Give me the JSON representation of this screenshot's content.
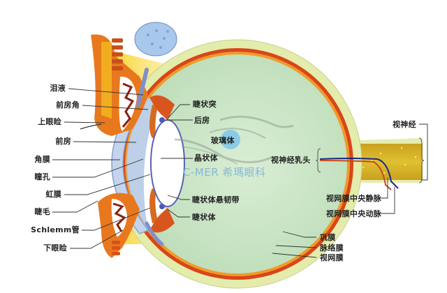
{
  "diagram": {
    "type": "anatomical-cross-section",
    "subject": "human eye",
    "watermark": "C-MER 希瑪眼科",
    "labels_left": [
      {
        "id": "tear-fluid",
        "text": "泪液"
      },
      {
        "id": "anterior-chamber-angle",
        "text": "前房角"
      },
      {
        "id": "upper-eyelid",
        "text": "上眼睑"
      },
      {
        "id": "anterior-chamber",
        "text": "前房"
      },
      {
        "id": "cornea",
        "text": "角膜"
      },
      {
        "id": "pupil",
        "text": "瞳孔"
      },
      {
        "id": "iris",
        "text": "虹膜"
      },
      {
        "id": "eyelash",
        "text": "睫毛"
      },
      {
        "id": "schlemm-canal",
        "text": "Schlemm管"
      },
      {
        "id": "lower-eyelid",
        "text": "下眼睑"
      }
    ],
    "labels_center": [
      {
        "id": "ciliary-process",
        "text": "睫状突"
      },
      {
        "id": "posterior-chamber",
        "text": "后房"
      },
      {
        "id": "vitreous-body",
        "text": "玻璃体"
      },
      {
        "id": "lens",
        "text": "晶状体"
      },
      {
        "id": "zonular-fibers",
        "text": "睫状体悬韧带"
      },
      {
        "id": "ciliary-body",
        "text": "睫状体"
      }
    ],
    "labels_right": [
      {
        "id": "optic-nerve",
        "text": "视神经"
      },
      {
        "id": "optic-disc",
        "text": "视神经乳头"
      },
      {
        "id": "central-retinal-vein",
        "text": "视网膜中央静脉"
      },
      {
        "id": "central-retinal-artery",
        "text": "视网膜中央动脉"
      },
      {
        "id": "sclera",
        "text": "巩膜"
      },
      {
        "id": "choroid",
        "text": "脉络膜"
      },
      {
        "id": "retina",
        "text": "视网膜"
      }
    ],
    "colors": {
      "sclera": "#e8eea8",
      "choroid": "#d8461a",
      "retina": "#f0a030",
      "vitreous": "#cfe8c8",
      "cornea": "#b8cfe8",
      "lens": "#ffffff",
      "eyelid": "#e8701e",
      "fat": "#f5d800",
      "optic_nerve": "#d8b820",
      "vein": "#1a2a80",
      "artery": "#c84a20",
      "lacrimal_gland": "#a8c8ec"
    }
  }
}
